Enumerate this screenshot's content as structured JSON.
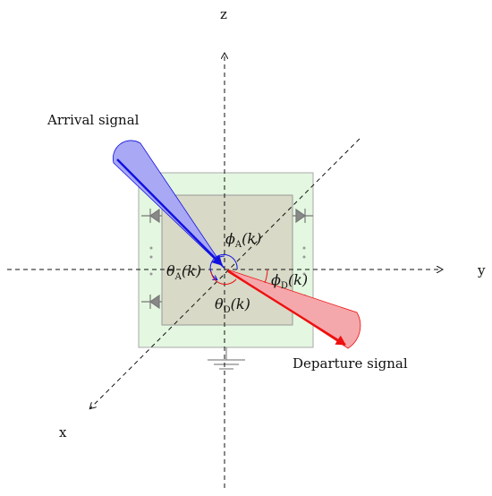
{
  "axes": {
    "x_label": "x",
    "y_label": "y",
    "z_label": "z"
  },
  "labels": {
    "arrival": "Arrival signal",
    "departure": "Departure signal"
  },
  "angles": {
    "phi_A": {
      "symbol": "ϕ",
      "sub": "A",
      "arg": "(k)"
    },
    "theta_A": {
      "symbol": "θ",
      "sub": "A",
      "arg": "(k)"
    },
    "phi_D": {
      "symbol": "ϕ",
      "sub": "D",
      "arg": "(k)"
    },
    "theta_D": {
      "symbol": "θ",
      "sub": "D",
      "arg": "(k)"
    }
  },
  "colors": {
    "arrival_arrow": "#1010e0",
    "arrival_beam": "#a8a8f5",
    "departure_arrow": "#ee1010",
    "departure_beam": "#f4a8ac",
    "outer_board": "#e4f7e0",
    "inner_panel": "#d8d9c6"
  }
}
